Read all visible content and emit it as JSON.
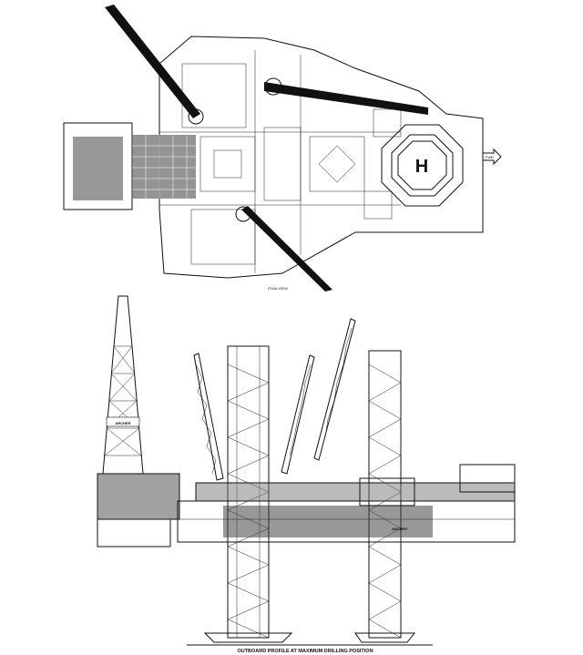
{
  "plan_view": {
    "caption": "PLAN VIEW",
    "helideck_letter": "H",
    "arrow_label": "FWD"
  },
  "outboard_profile": {
    "caption": "OUTBOARD PROFILE AT MAXIMUM DRILLING POSITION",
    "derrick_name": "ARCHER",
    "hull_name": "ARCHER"
  }
}
